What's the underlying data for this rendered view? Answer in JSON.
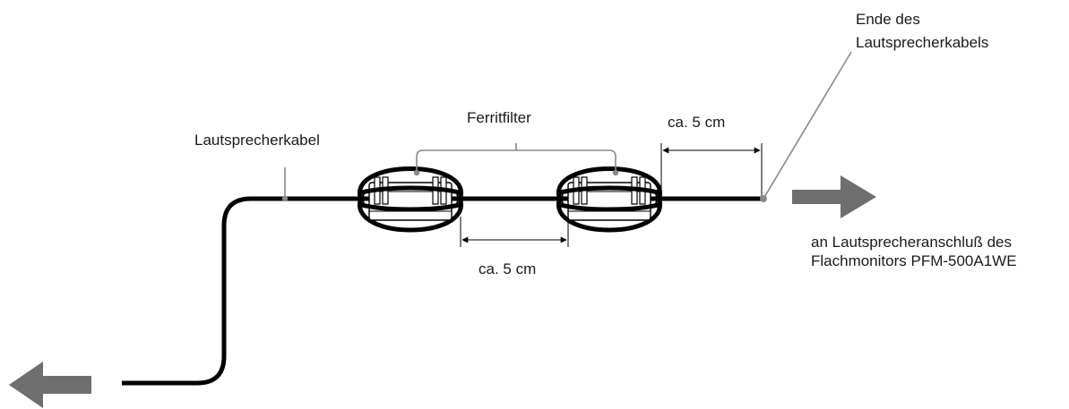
{
  "labels": {
    "cable": "Lautsprecherkabel",
    "filter": "Ferritfilter",
    "distance_between": "ca. 5 cm",
    "distance_end": "ca. 5 cm",
    "cable_end_line1": "Ende des",
    "cable_end_line2": "Lautsprecherkabels",
    "connection_line1": "an Lautsprecheranschluß des",
    "connection_line2": "Flachmonitors PFM-500A1WE"
  },
  "colors": {
    "cable": "#000000",
    "leader": "#888888",
    "arrow": "#6e6e6e",
    "text": "#1a1a1a"
  },
  "icons": {
    "arrow_left": "arrow-left-icon",
    "arrow_right": "arrow-right-icon",
    "ferrite_core": "ferrite-core-icon"
  }
}
